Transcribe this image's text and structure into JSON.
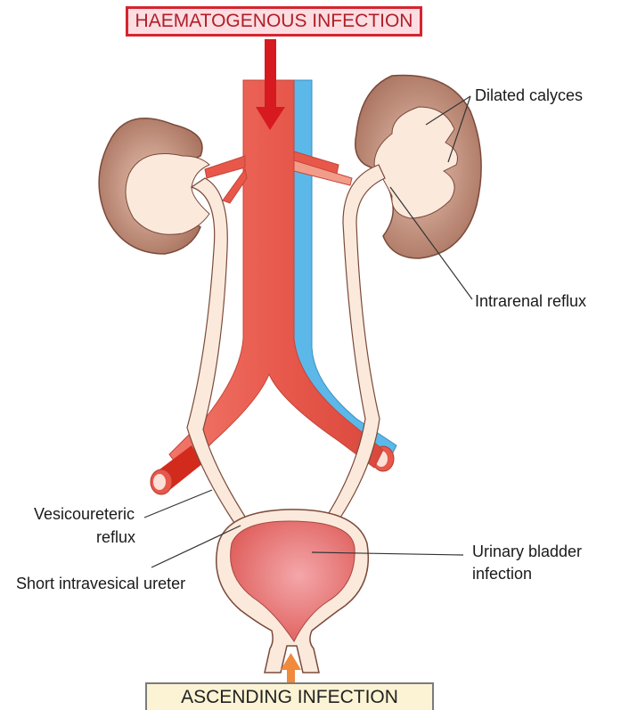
{
  "top_box": "HAEMATOGENOUS INFECTION",
  "bottom_box": "ASCENDING INFECTION",
  "labels": {
    "dilated_calyces": "Dilated calyces",
    "intrarenal_reflux": "Intrarenal reflux",
    "vesicoureteric_line1": "Vesicoureteric",
    "vesicoureteric_line2": "reflux",
    "bladder_line1": "Urinary bladder",
    "bladder_line2": "infection",
    "short_ureter": "Short intravesical ureter"
  },
  "colors": {
    "artery": "#e8584a",
    "vein": "#5bb8e8",
    "kidney": "#a8705c",
    "urine_tissue": "#fbe9dc",
    "bladder": "#e26b66",
    "haematogenous_arrow": "#d71920",
    "ascending_arrow": "#f08a3c"
  }
}
